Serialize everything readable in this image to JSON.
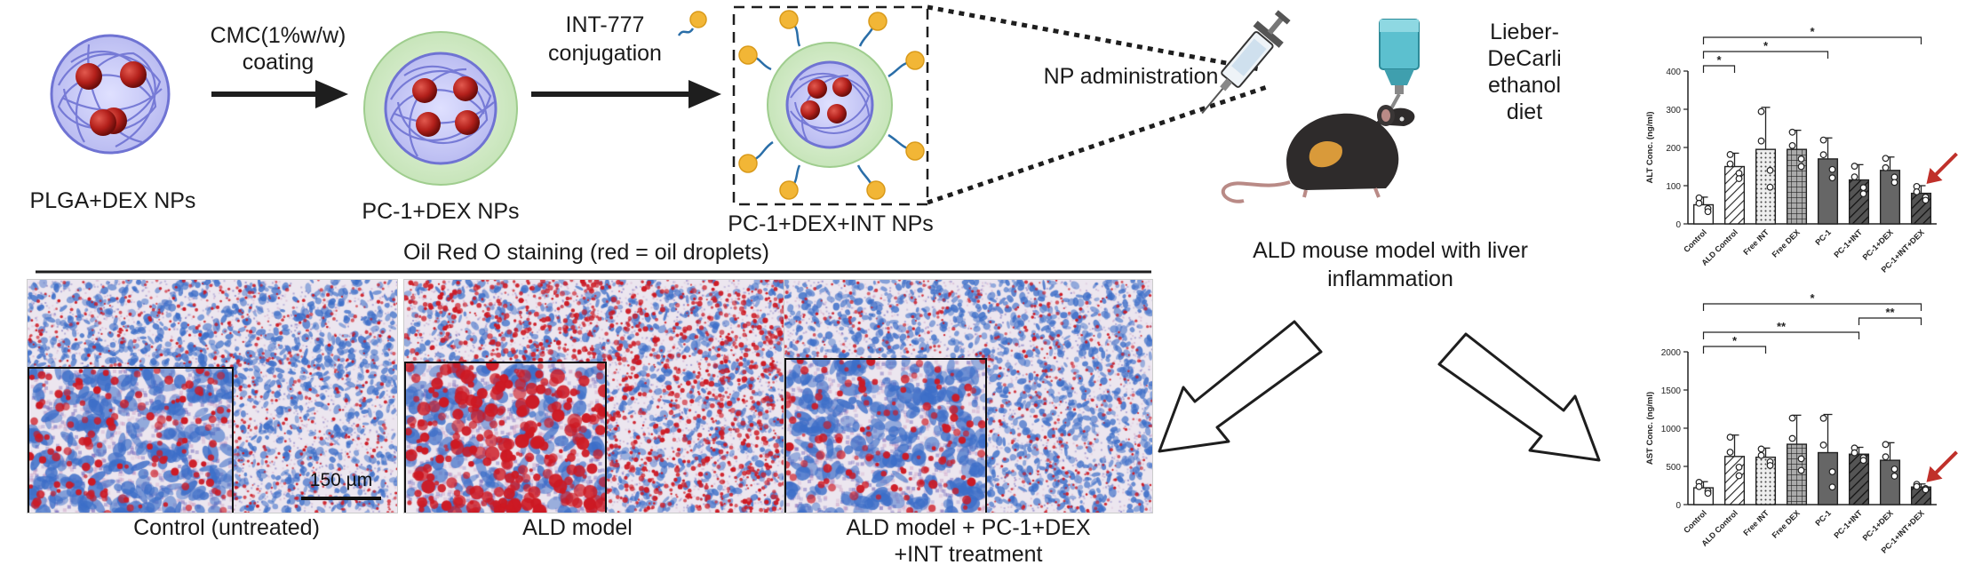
{
  "workflow": {
    "step1_label": "PLGA+DEX NPs",
    "arrow1_label_line1": "CMC(1%w/w)",
    "arrow1_label_line2": "coating",
    "step2_label": "PC-1+DEX NPs",
    "arrow2_label_line1": "INT-777",
    "arrow2_label_line2": "conjugation",
    "step3_label": "PC-1+DEX+INT NPs",
    "administration_label": "NP administration",
    "diet_label_line1": "Lieber-",
    "diet_label_line2": "DeCarli",
    "diet_label_line3": "ethanol",
    "diet_label_line4": "diet",
    "model_label_line1": "ALD mouse model with liver",
    "model_label_line2": "inflammation"
  },
  "staining": {
    "title": "Oil Red O staining (red = oil droplets)",
    "scale_bar": "150 µm",
    "panel1_label": "Control (untreated)",
    "panel2_label": "ALD model",
    "panel3_label_line1": "ALD model + PC-1+DEX",
    "panel3_label_line2": "+INT treatment"
  },
  "colors": {
    "sphere_blue": "#7b7fd6",
    "shell_green": "#cfe8c5",
    "drug_red": "#b3201b",
    "ligand_yellow": "#f2b636",
    "arrow_dark": "#1e1e1e",
    "highlight_arrow": "#c0302a"
  },
  "chart_data": [
    {
      "type": "bar",
      "ylabel": "ALT Conc. (ng/ml)",
      "ylim": [
        0,
        400
      ],
      "yticks": [
        "0",
        "100",
        "200",
        "300",
        "400"
      ],
      "categories": [
        "Control",
        "ALD Control",
        "Free INT",
        "Free DEX",
        "PC-1",
        "PC-1+INT",
        "PC-1+DEX",
        "PC-1+INT+DEX"
      ],
      "values": [
        50,
        150,
        195,
        195,
        170,
        115,
        140,
        80
      ],
      "errors": [
        20,
        35,
        110,
        50,
        55,
        40,
        35,
        20
      ],
      "fills": [
        "open",
        "diagonal",
        "dots",
        "grid",
        "dark",
        "diagonal-dark",
        "dark",
        "diagonal-dark"
      ],
      "significance": [
        {
          "from": 0,
          "to": 1,
          "label": "*"
        },
        {
          "from": 0,
          "to": 4,
          "label": "*"
        },
        {
          "from": 0,
          "to": 7,
          "label": "*"
        }
      ],
      "highlight_index": 7
    },
    {
      "type": "bar",
      "ylabel": "AST Conc. (ng/ml)",
      "ylim": [
        0,
        2000
      ],
      "yticks": [
        "0",
        "500",
        "1000",
        "1500",
        "2000"
      ],
      "categories": [
        "Control",
        "ALD Control",
        "Free INT",
        "Free DEX",
        "PC-1",
        "PC-1+INT",
        "PC-1+DEX",
        "PC-1+INT+DEX"
      ],
      "values": [
        220,
        630,
        620,
        790,
        680,
        660,
        580,
        230
      ],
      "errors": [
        80,
        280,
        120,
        380,
        500,
        90,
        230,
        40
      ],
      "fills": [
        "open",
        "diagonal",
        "dots",
        "grid",
        "dark",
        "diagonal-dark",
        "dark",
        "diagonal-dark"
      ],
      "significance": [
        {
          "from": 0,
          "to": 2,
          "label": "*"
        },
        {
          "from": 0,
          "to": 5,
          "label": "**"
        },
        {
          "from": 5,
          "to": 7,
          "label": "**"
        },
        {
          "from": 0,
          "to": 7,
          "label": "*"
        }
      ],
      "highlight_index": 7
    }
  ]
}
